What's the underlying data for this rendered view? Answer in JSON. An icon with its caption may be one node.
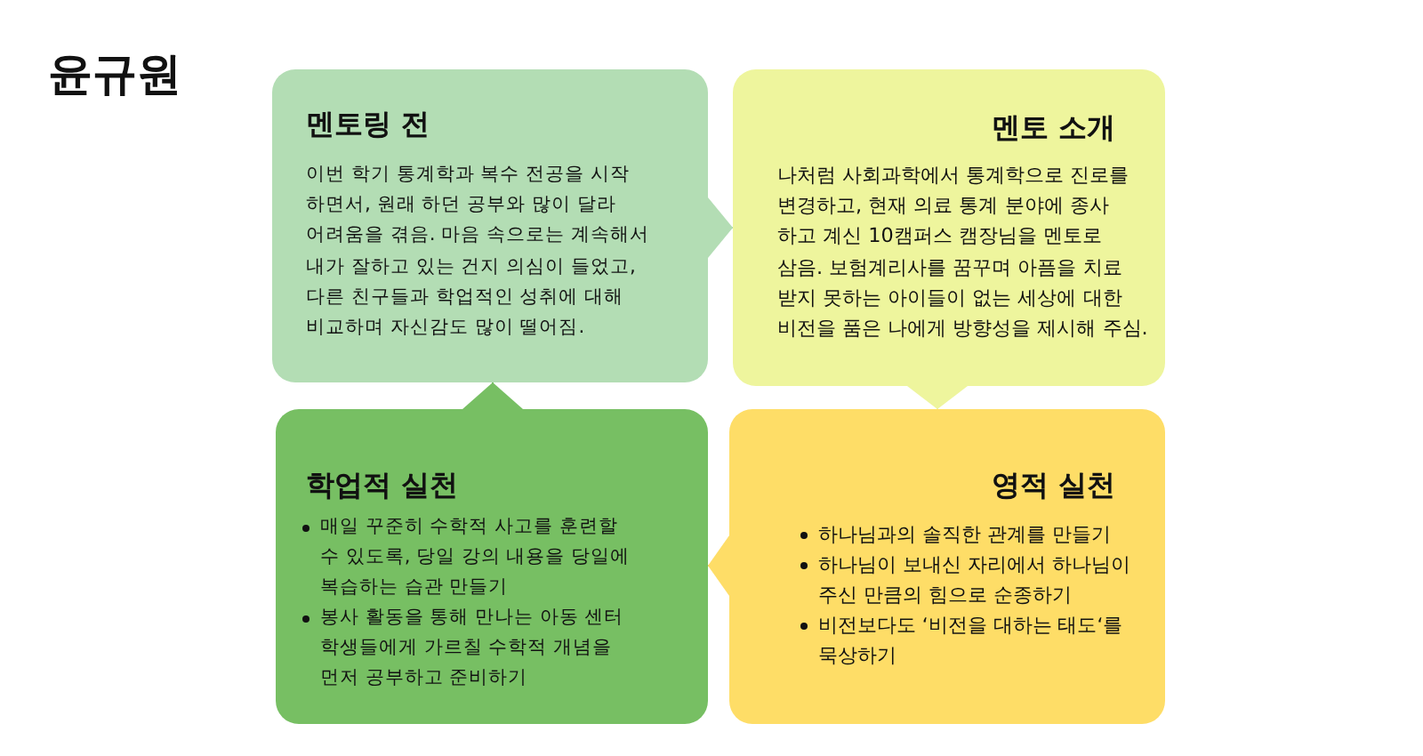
{
  "diagram": {
    "title": "윤규원",
    "nodes": [
      {
        "text": [
          "멘토링 전",
          "이번 학기 통계학과 복수 전공을 시작 하면서, 원래 하던 공부와 많이 달라 어려움을 겪음. 마음 속으로는 계속해서 내가 잘하고 있는 건지 의심이 들었고, 다른 친구들과 학업적인 성취에 대해 비교하며 자신감도 많이 떨어짐."
        ]
      },
      {
        "text": [
          "멘토 소개",
          "나처럼 사회과학에서 통계학으로 진로를 변경하고, 현재 의료 통계 분야에 종사 하고 계신 10캠퍼스 캠장님을 멘토로 삼음. 보험계리사를 꿈꾸며 아픔을 치료 받지 못하는 아이들이 없는 세상에 대한 비전을 품은 나에게 방향성을 제시해 주심."
        ]
      },
      {
        "text": [
          "학업적 실천",
          "매일 꾸준히 수학적 사고를 훈련할 수 있도록, 당일 강의 내용을 당일에 복습하는 습관 만들기",
          "봉사 활동을 통해 만나는 아동 센터 학생들에게 가르칠 수학적 개념을 먼저 공부하고 준비하기"
        ]
      },
      {
        "text": [
          "영적 실천",
          "하나님과의 솔직한 관계를 만들기",
          "하나님이 보내신 자리에서 하나님이 주신 만큼의 힘으로 순종하기",
          "비전보다도 ‘비전을 대하는 태도‘를 묵상하기"
        ]
      }
    ],
    "edges": [
      {
        "from": 0,
        "to": 1,
        "arrow": "to",
        "color": "#b3ddb4"
      },
      {
        "from": 1,
        "to": 3,
        "arrow": "to",
        "color": "#eef59d"
      },
      {
        "from": 3,
        "to": 2,
        "arrow": "to",
        "color": "#fedd67"
      },
      {
        "from": 2,
        "to": 0,
        "arrow": "to",
        "color": "#77bf63"
      }
    ]
  }
}
